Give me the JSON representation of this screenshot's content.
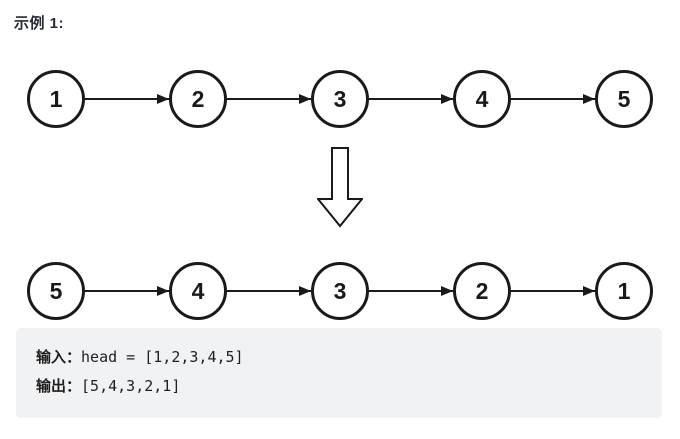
{
  "page": {
    "title": "示例 1:"
  },
  "diagram": {
    "list_before": {
      "nodes": [
        "1",
        "2",
        "3",
        "4",
        "5"
      ]
    },
    "list_after": {
      "nodes": [
        "5",
        "4",
        "3",
        "2",
        "1"
      ]
    },
    "transform_icon": "down-arrow-icon"
  },
  "example_box": {
    "input_label": "输入：",
    "input_value": "head = [1,2,3,4,5]",
    "output_label": "输出：",
    "output_value": "[5,4,3,2,1]"
  },
  "colors": {
    "node_border": "#1a1a1a",
    "arrow": "#1a1a1a",
    "box_background": "#f1f2f3",
    "title_text": "#262c35",
    "body_text": "#1f1f1f"
  }
}
